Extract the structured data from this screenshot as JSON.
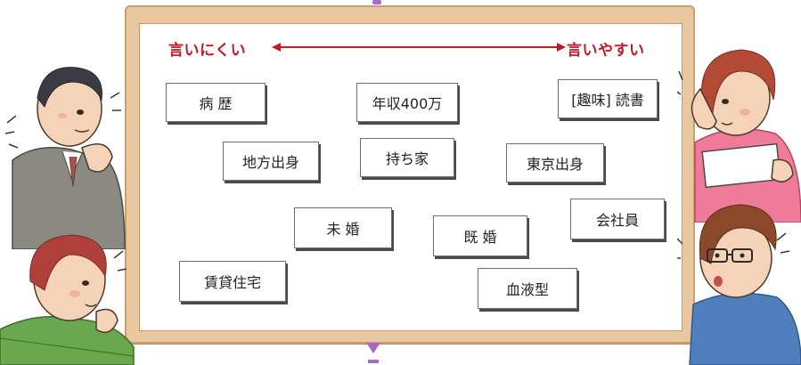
{
  "scale": {
    "left_label": "言いにくい",
    "right_label": "言いやすい"
  },
  "cards": {
    "medical_history": "病 歴",
    "income": "年収400万",
    "hobby": "[趣味] 読書",
    "rural_origin": "地方出身",
    "homeowner": "持ち家",
    "tokyo_origin": "東京出身",
    "unmarried": "未 婚",
    "married": "既 婚",
    "office_worker": "会社員",
    "renter": "賃貸住宅",
    "blood_type": "血液型"
  },
  "colors": {
    "accent_red": "#c21a2a",
    "board_frame": "#e9c8a0",
    "marker_purple": "#a46bc9"
  },
  "icons": {
    "top_left": "worried-man-illustration",
    "bottom_left": "woman-thinking-illustration",
    "top_right": "woman-with-paper-illustration",
    "bottom_right": "man-with-glasses-illustration"
  }
}
